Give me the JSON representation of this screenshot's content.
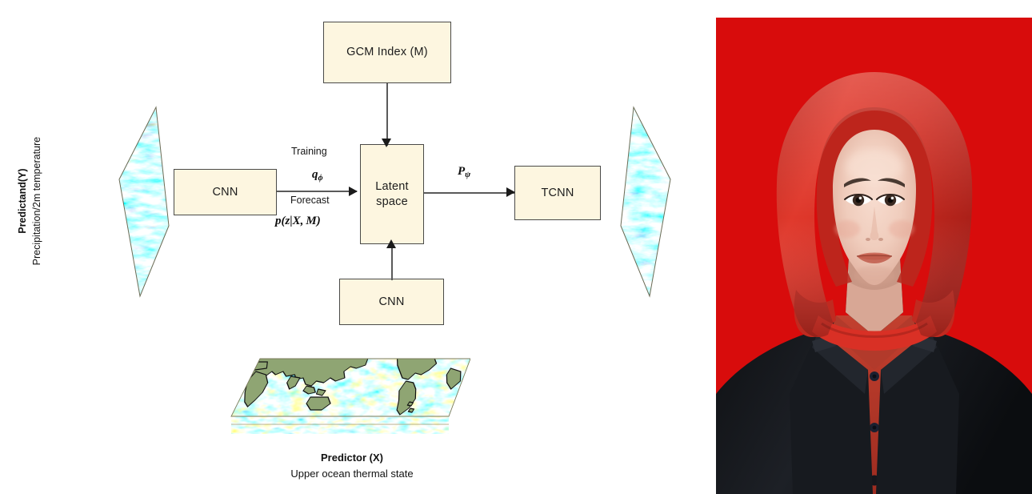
{
  "diagram": {
    "boxes": {
      "gcm_index": "GCM Index (M)",
      "cnn_left": "CNN",
      "latent_space_line1": "Latent",
      "latent_space_line2": "space",
      "cnn_bottom": "CNN",
      "tcnn": "TCNN"
    },
    "edge_labels": {
      "training": "Training",
      "q_phi": "qϕ",
      "forecast": "Forecast",
      "p_z_given_x_m": "p(z|X, M)",
      "p_psi": "Pψ"
    },
    "captions": {
      "predictand_title": "Predictand(Y)",
      "predictand_subtitle": "Precipitation/2m temperature",
      "predictor_title": "Predictor (X)",
      "predictor_subtitle": "Upper ocean thermal state"
    },
    "colors": {
      "box_fill": "#fdf6e0",
      "box_border": "#4a4a48",
      "connector": "#5a5a5a",
      "arrow_head": "#1b1b1b",
      "land_green": "#8fa573",
      "background": "#ffffff"
    }
  },
  "photo": {
    "description": "ID portrait photograph",
    "background_color": "#d80c0c",
    "hijab_color": "#d93025",
    "blazer_color": "#16181c",
    "shirt_color": "#b83427",
    "skin_color": "#f0cdc0"
  }
}
